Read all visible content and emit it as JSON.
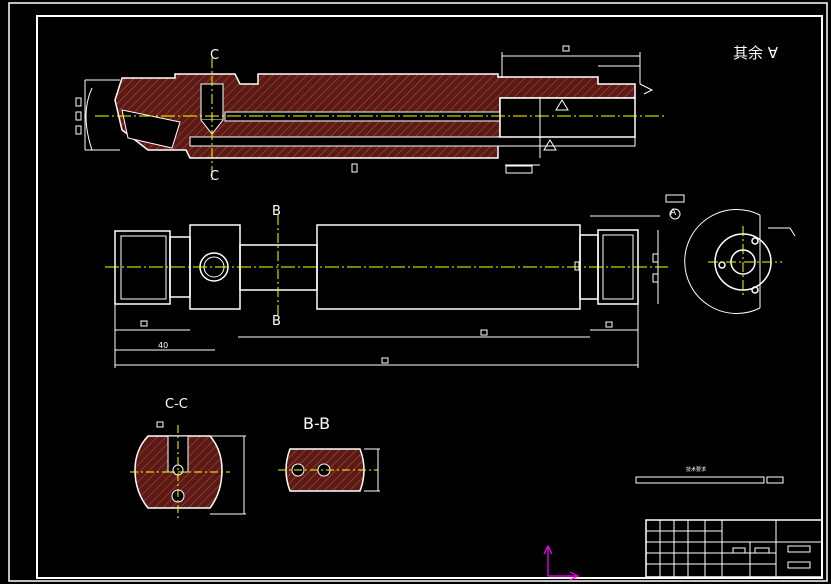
{
  "drawing": {
    "surface_note": "其余",
    "section_c_marks": [
      "C",
      "C"
    ],
    "section_b_marks": [
      "B",
      "B"
    ],
    "dimension_40": "40",
    "datum_label": "A",
    "section_c_title": "C-C",
    "section_b_title": "B-B",
    "requirements_title": "技术要求"
  },
  "colors": {
    "background": "#000000",
    "outline": "#ffffff",
    "hatch_fill": "#5a1a16",
    "hatch_line": "#c05040",
    "center_line": "#ffff00",
    "dimension": "#ffffff",
    "axis_marker": "#ff00ff"
  }
}
